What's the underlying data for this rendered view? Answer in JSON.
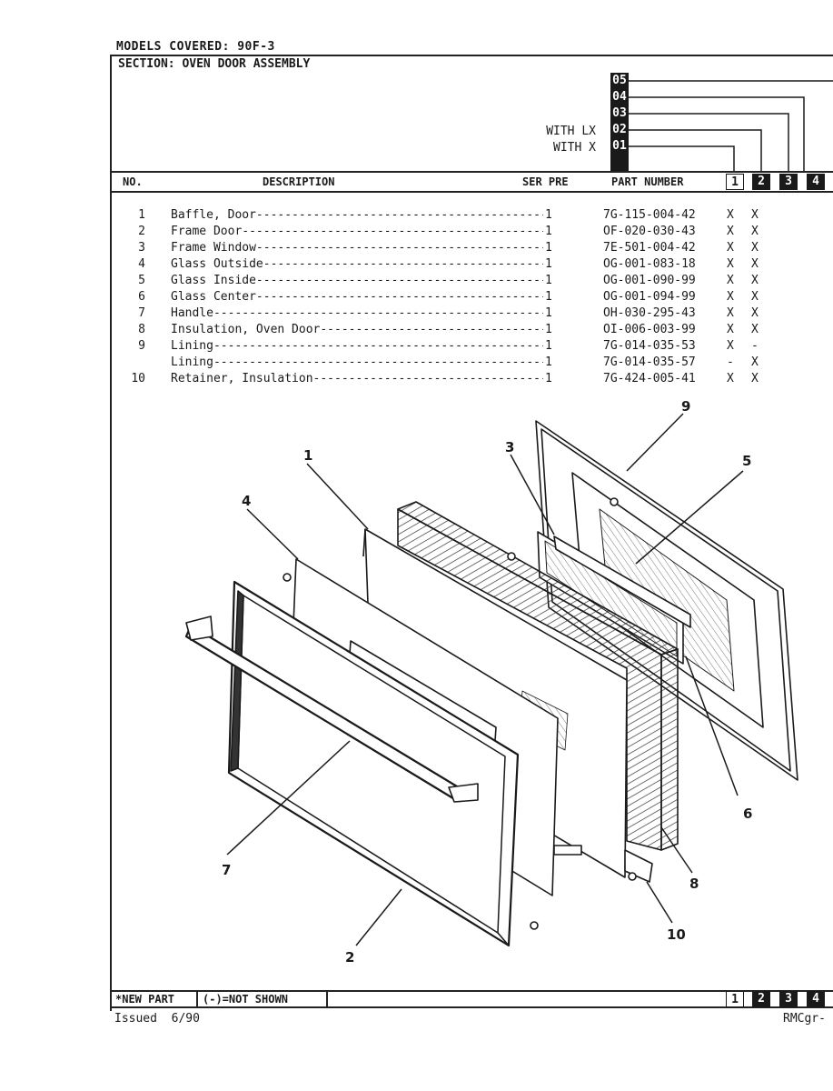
{
  "header": {
    "models_covered": "MODELS COVERED: 90F-3",
    "section": "SECTION: OVEN DOOR ASSEMBLY",
    "with_lx": "WITH LX",
    "with_x": "WITH X",
    "codes": [
      "05",
      "04",
      "03",
      "02",
      "01"
    ]
  },
  "table": {
    "columns": {
      "no": "NO.",
      "description": "DESCRIPTION",
      "ser_pre": "SER PRE",
      "part_number": "PART NUMBER"
    },
    "model_cols": [
      "1",
      "2",
      "3",
      "4"
    ],
    "rows": [
      {
        "no": "1",
        "desc": "Baffle, Door------------------------------------------",
        "ser": "1",
        "pn": "7G-115-004-42",
        "c1": "X",
        "c2": "X"
      },
      {
        "no": "2",
        "desc": "Frame Door--------------------------------------------",
        "ser": "1",
        "pn": "OF-020-030-43",
        "c1": "X",
        "c2": "X"
      },
      {
        "no": "3",
        "desc": "Frame Window------------------------------------------",
        "ser": "1",
        "pn": "7E-501-004-42",
        "c1": "X",
        "c2": "X"
      },
      {
        "no": "4",
        "desc": "Glass Outside-----------------------------------------",
        "ser": "1",
        "pn": "OG-001-083-18",
        "c1": "X",
        "c2": "X"
      },
      {
        "no": "5",
        "desc": "Glass Inside------------------------------------------",
        "ser": "1",
        "pn": "OG-001-090-99",
        "c1": "X",
        "c2": "X"
      },
      {
        "no": "6",
        "desc": "Glass Center------------------------------------------",
        "ser": "1",
        "pn": "OG-001-094-99",
        "c1": "X",
        "c2": "X"
      },
      {
        "no": "7",
        "desc": "Handle------------------------------------------------",
        "ser": "1",
        "pn": "OH-030-295-43",
        "c1": "X",
        "c2": "X"
      },
      {
        "no": "8",
        "desc": "Insulation, Oven Door---------------------------------",
        "ser": "1",
        "pn": "OI-006-003-99",
        "c1": "X",
        "c2": "X"
      },
      {
        "no": "9",
        "desc": "Lining------------------------------------------------",
        "ser": "1",
        "pn": "7G-014-035-53",
        "c1": "X",
        "c2": "-"
      },
      {
        "no": "",
        "desc": "Lining------------------------------------------------",
        "ser": "1",
        "pn": "7G-014-035-57",
        "c1": "-",
        "c2": "X"
      },
      {
        "no": "10",
        "desc": "Retainer, Insulation----------------------------------",
        "ser": "1",
        "pn": "7G-424-005-41",
        "c1": "X",
        "c2": "X"
      }
    ]
  },
  "diagram": {
    "callouts": [
      "1",
      "2",
      "3",
      "4",
      "5",
      "6",
      "7",
      "8",
      "9",
      "10"
    ]
  },
  "footer": {
    "new_part": "*NEW PART",
    "not_shown": "(-)=NOT SHOWN",
    "issued": "Issued  6/90",
    "code": "RMCgr-"
  }
}
